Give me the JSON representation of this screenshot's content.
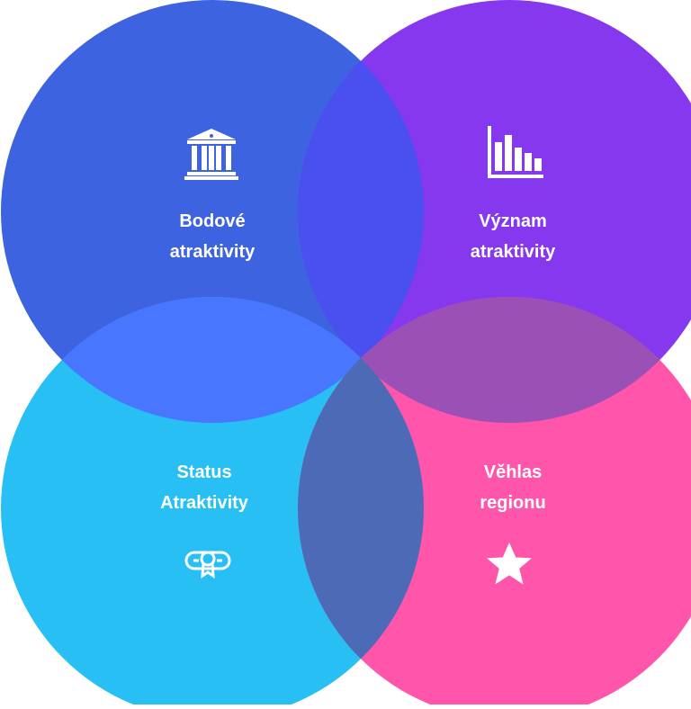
{
  "diagram": {
    "colors": {
      "top_left": "#3E63E0",
      "top_right": "#8638EE",
      "bottom_left": "#28C0F4",
      "bottom_right": "#FF55AA",
      "overlap_top": "#4A4FF0",
      "overlap_left": "#4876FF",
      "overlap_right": "#9A50B4",
      "overlap_bottom": "#4C6AB6"
    },
    "circles": [
      {
        "id": "top-left",
        "label_line1": "Bodové",
        "label_line2": "atraktivity",
        "icon": "bank-icon"
      },
      {
        "id": "top-right",
        "label_line1": "Význam",
        "label_line2": "atraktivity",
        "icon": "bar-chart-icon"
      },
      {
        "id": "bottom-left",
        "label_line1": "Status",
        "label_line2": "Atraktivity",
        "icon": "certificate-icon"
      },
      {
        "id": "bottom-right",
        "label_line1": "Věhlas",
        "label_line2": "regionu",
        "icon": "star-icon"
      }
    ]
  }
}
